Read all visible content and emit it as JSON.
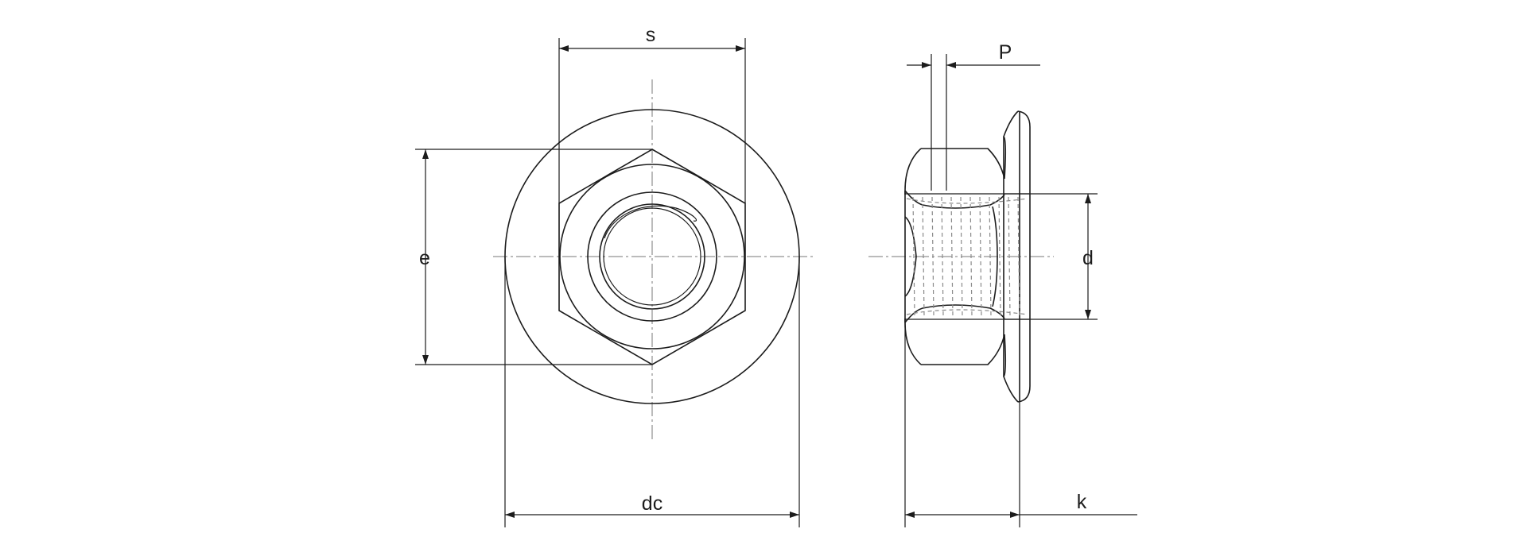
{
  "labels": {
    "s": "s",
    "e": "e",
    "dc": "dc",
    "p": "P",
    "d": "d",
    "k": "k"
  },
  "colors": {
    "line": "#1c1c1c",
    "centerline": "#777777",
    "hidden": "#8a8a8a",
    "background": "#ffffff"
  }
}
